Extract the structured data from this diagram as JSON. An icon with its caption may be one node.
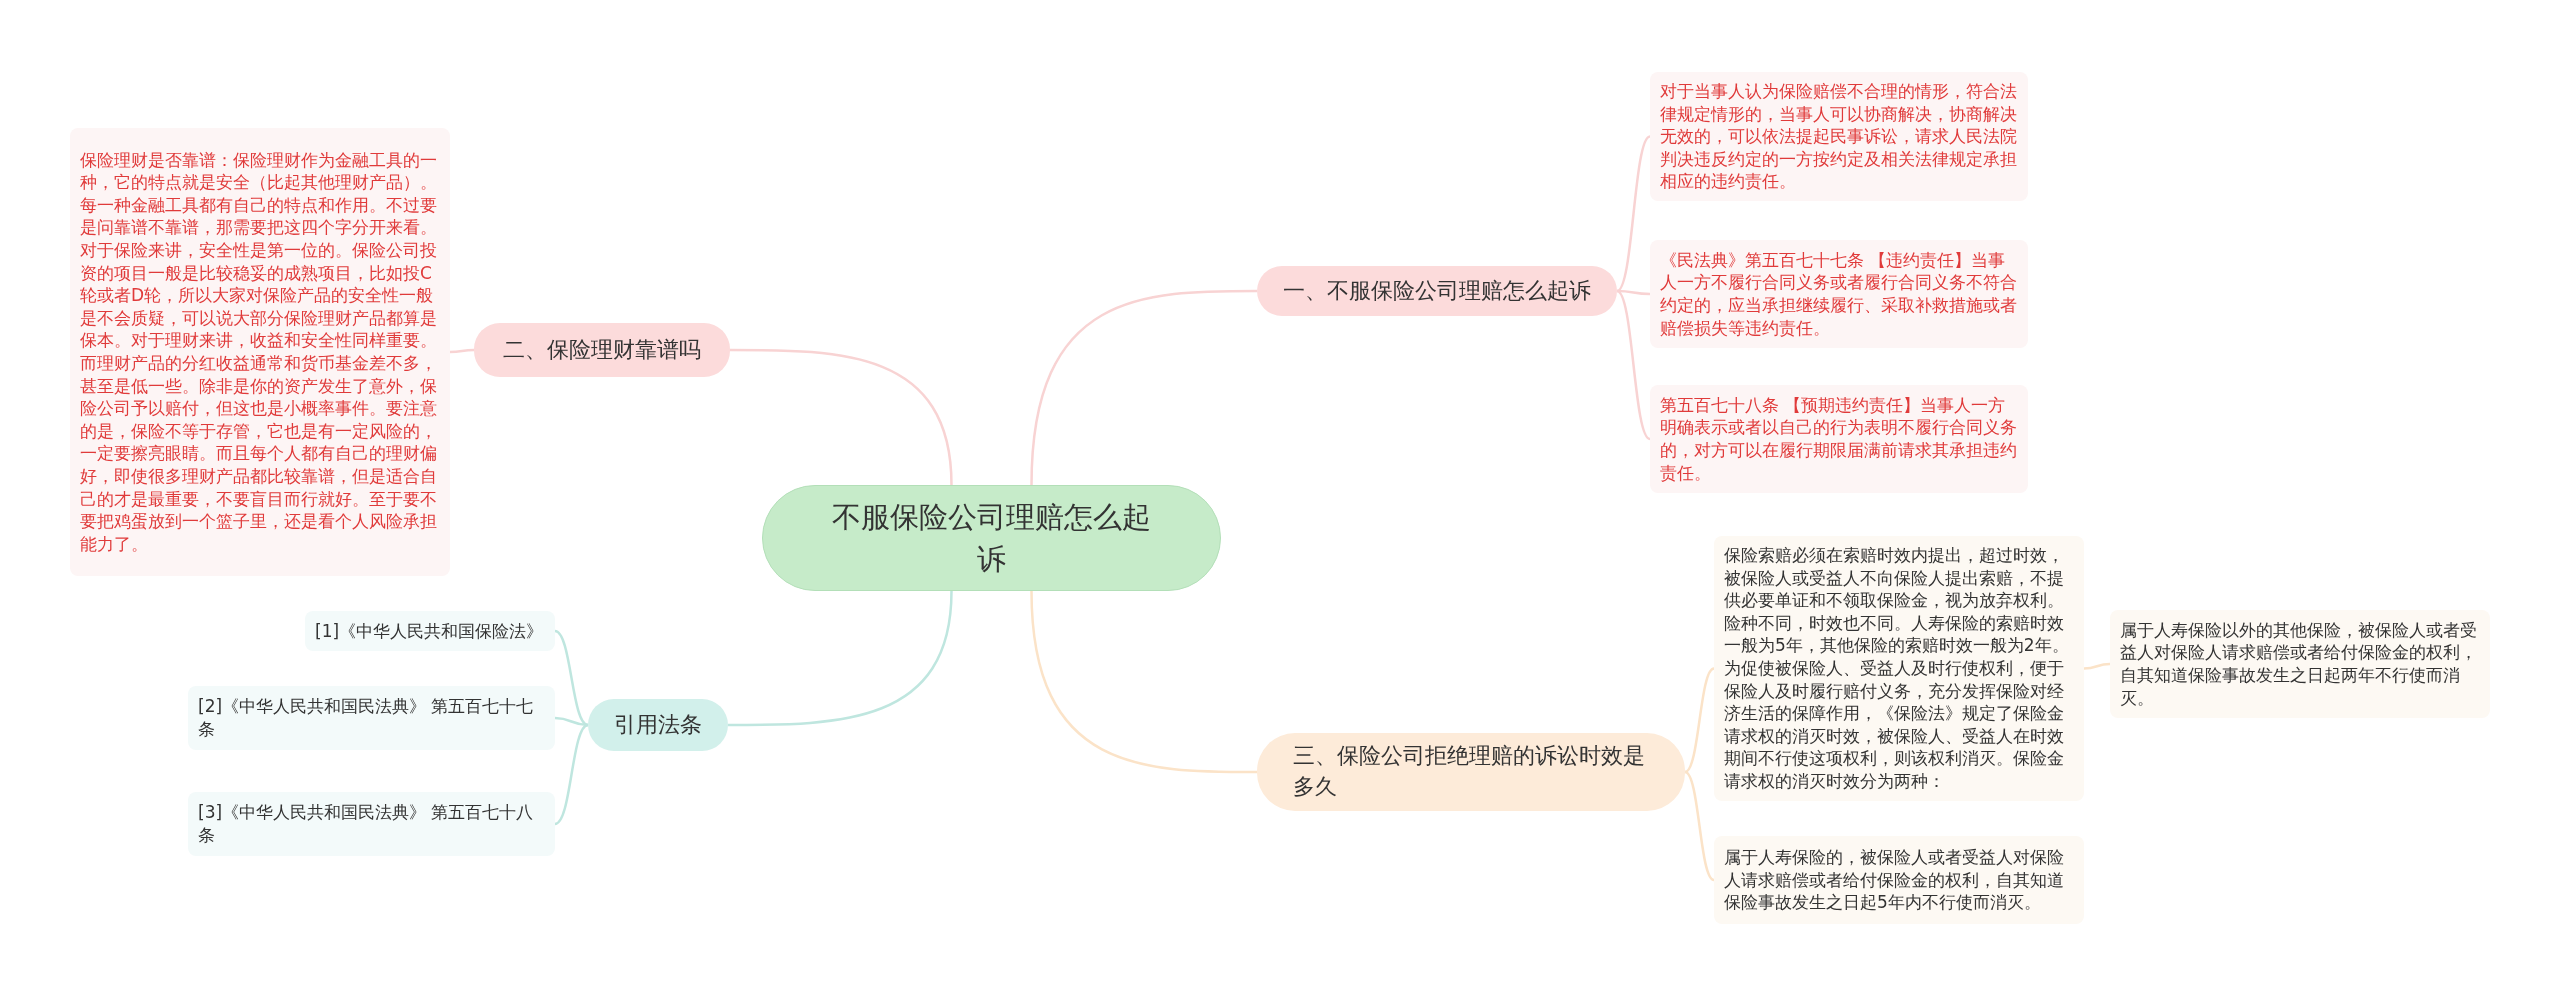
{
  "diagram": {
    "nodes": [
      {
        "text": [
          "不服保险公司理赔怎么起诉"
        ]
      },
      {
        "text": [
          "一、不服保险公司理赔怎么起诉"
        ]
      },
      {
        "text": [
          "对于当事人认为保险赔偿不合理的情形，符合法律规定情形的，当事人可以协商解决，协商解决无效的，可以依法提起民事诉讼，请求人民法院判决违反约定的一方按约定及相关法律规定承担相应的违约责任。"
        ]
      },
      {
        "text": [
          "《民法典》第五百七十七条 【违约责任】当事人一方不履行合同义务或者履行合同义务不符合约定的，应当承担继续履行、采取补救措施或者赔偿损失等违约责任。"
        ]
      },
      {
        "text": [
          "第五百七十八条 【预期违约责任】当事人一方明确表示或者以自己的行为表明不履行合同义务的，对方可以在履行期限届满前请求其承担违约责任。"
        ]
      },
      {
        "text": [
          "二、保险理财靠谱吗"
        ]
      },
      {
        "text": [
          "保险理财是否靠谱：保险理财作为金融工具的一种，它的特点就是安全（比起其他理财产品）。每一种金融工具都有自己的特点和作用。不过要是问靠谱不靠谱，那需要把这四个字分开来看。对于保险来讲，安全性是第一位的。保险公司投资的项目一般是比较稳妥的成熟项目，比如投C轮或者D轮，所以大家对保险产品的安全性一般是不会质疑，可以说大部分保险理财产品都算是保本。对于理财来讲，收益和安全性同样重要。而理财产品的分红收益通常和货币基金差不多，甚至是低一些。除非是你的资产发生了意外，保险公司予以赔付，但这也是小概率事件。要注意的是，保险不等于存管，它也是有一定风险的，一定要擦亮眼睛。而且每个人都有自己的理财偏好，即使很多理财产品都比较靠谱，但是适合自己的才是最重要，不要盲目而行就好。至于要不要把鸡蛋放到一个篮子里，还是看个人风险承担能力了。"
        ]
      },
      {
        "text": [
          "三、保险公司拒绝理赔的诉讼时效是多久"
        ]
      },
      {
        "text": [
          "保险索赔必须在索赔时效内提出，超过时效，被保险人或受益人不向保险人提出索赔，不提供必要单证和不领取保险金，视为放弃权利。险种不同，时效也不同。人寿保险的索赔时效一般为5年，其他保险的索赔时效一般为2年。为促使被保险人、受益人及时行使权利，便于保险人及时履行赔付义务，充分发挥保险对经济生活的保障作用，《保险法》规定了保险金请求权的消灭时效，被保险人、受益人在时效期间不行使这项权利，则该权利消灭。保险金请求权的消灭时效分为两种："
        ]
      },
      {
        "text": [
          "属于人寿保险以外的其他保险，被保险人或者受益人对保险人请求赔偿或者给付保险金的权利，自其知道保险事故发生之日起两年不行使而消灭。"
        ]
      },
      {
        "text": [
          "属于人寿保险的，被保险人或者受益人对保险人请求赔偿或者给付保险金的权利，自其知道保险事故发生之日起5年内不行使而消灭。"
        ]
      },
      {
        "text": [
          "引用法条"
        ]
      },
      {
        "text": [
          "[1]《中华人民共和国保险法》"
        ]
      },
      {
        "text": [
          "[2]《中华人民共和国民法典》 第五百七十七条"
        ]
      },
      {
        "text": [
          "[3]《中华人民共和国民法典》 第五百七十八条"
        ]
      }
    ],
    "edges": [
      {
        "from": 0,
        "to": 1,
        "arrow": "none"
      },
      {
        "from": 1,
        "to": 2,
        "arrow": "none"
      },
      {
        "from": 1,
        "to": 3,
        "arrow": "none"
      },
      {
        "from": 1,
        "to": 4,
        "arrow": "none"
      },
      {
        "from": 0,
        "to": 5,
        "arrow": "none"
      },
      {
        "from": 5,
        "to": 6,
        "arrow": "none"
      },
      {
        "from": 0,
        "to": 7,
        "arrow": "none",
        "color": "#fbe3c8"
      },
      {
        "from": 7,
        "to": 8,
        "arrow": "none",
        "color": "#fbe3c8"
      },
      {
        "from": 8,
        "to": 9,
        "arrow": "none",
        "color": "#fbe3c8"
      },
      {
        "from": 7,
        "to": 10,
        "arrow": "none",
        "color": "#fbe3c8"
      },
      {
        "from": 0,
        "to": 11,
        "arrow": "none",
        "color": "#bfe6df"
      },
      {
        "from": 11,
        "to": 12,
        "arrow": "none",
        "color": "#bfe6df"
      },
      {
        "from": 11,
        "to": 13,
        "arrow": "none",
        "color": "#bfe6df"
      },
      {
        "from": 11,
        "to": 14,
        "arrow": "none",
        "color": "#bfe6df"
      }
    ]
  }
}
